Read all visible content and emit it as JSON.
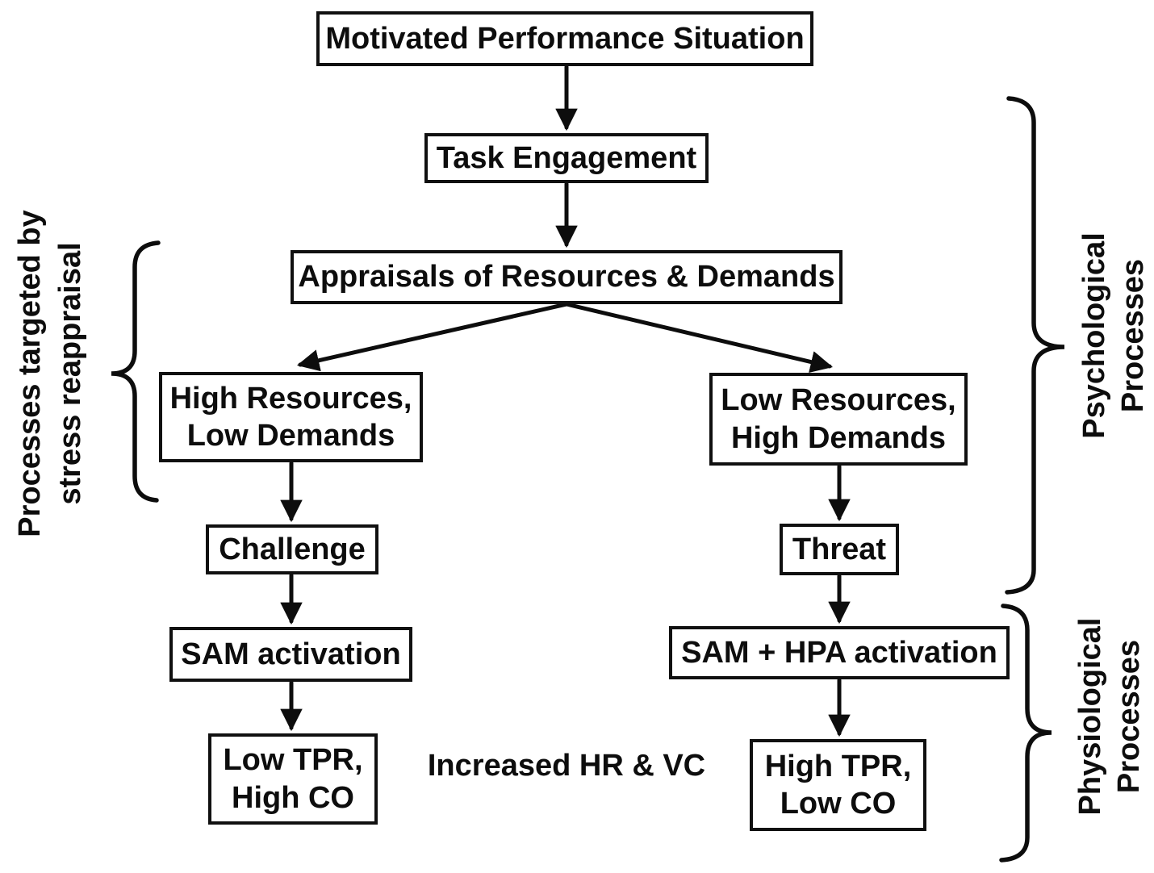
{
  "figure": {
    "description_label": "Flow diagram of motivated performance situation leading to challenge or threat responses"
  },
  "colors": {
    "ink": "#0d0d0d",
    "background": "#ffffff"
  },
  "nodes": {
    "motivated": {
      "label": "Motivated Performance Situation"
    },
    "task": {
      "label": "Task Engagement"
    },
    "appraisals": {
      "label": "Appraisals of Resources & Demands"
    },
    "high_resources": {
      "label": "High Resources,\nLow Demands"
    },
    "low_resources": {
      "label": "Low Resources,\nHigh Demands"
    },
    "challenge": {
      "label": "Challenge"
    },
    "threat": {
      "label": "Threat"
    },
    "sam": {
      "label": "SAM activation"
    },
    "sam_hpa": {
      "label": "SAM + HPA activation"
    },
    "low_tpr": {
      "label": "Low TPR,\nHigh CO"
    },
    "high_tpr": {
      "label": "High TPR,\nLow CO"
    }
  },
  "annotations": {
    "reappraisal_label": "Processes targeted by\nstress reappraisal",
    "psychological_label": "Psychological\nProcesses",
    "physiological_label": "Physiological\nProcesses",
    "middle_note": "Increased HR & VC"
  },
  "edges": [
    {
      "from": "motivated",
      "to": "task"
    },
    {
      "from": "task",
      "to": "appraisals"
    },
    {
      "from": "appraisals",
      "to": "high_resources"
    },
    {
      "from": "appraisals",
      "to": "low_resources"
    },
    {
      "from": "high_resources",
      "to": "challenge"
    },
    {
      "from": "low_resources",
      "to": "threat"
    },
    {
      "from": "challenge",
      "to": "sam"
    },
    {
      "from": "threat",
      "to": "sam_hpa"
    },
    {
      "from": "sam",
      "to": "low_tpr"
    },
    {
      "from": "sam_hpa",
      "to": "high_tpr"
    }
  ]
}
